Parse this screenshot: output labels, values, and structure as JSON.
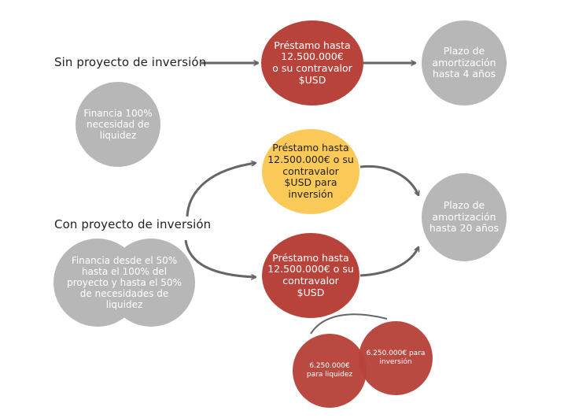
{
  "colors": {
    "red": "#b8433b",
    "gray": "#b7b7b7",
    "gold": "#fac958",
    "arrow": "#666666"
  },
  "sin_proyecto": {
    "heading": "Sin proyecto de inversión",
    "financing": "Financia 100%\nnecesidad de\nliquidez",
    "loan": "Préstamo hasta\n12.500.000€\no su contravalor\n$USD",
    "term": "Plazo de\namortización\nhasta 4 años"
  },
  "con_proyecto": {
    "heading": "Con proyecto de inversión",
    "financing": "Financia desde el 50%\nhasta el 100% del\nproyecto y hasta el 50%\nde necesidades de\nliquidez",
    "loan_investment": "Préstamo hasta\n12.500.000€ o su\ncontravalor\n$USD para\ninversión",
    "loan": "Préstamo hasta\n12.500.000€ o su\ncontravalor\n$USD",
    "term": "Plazo de\namortización\nhasta 20 años",
    "split_liquidity": "6.250.000€\npara liquidez",
    "split_investment": "6.250.000€ para\ninversión"
  }
}
